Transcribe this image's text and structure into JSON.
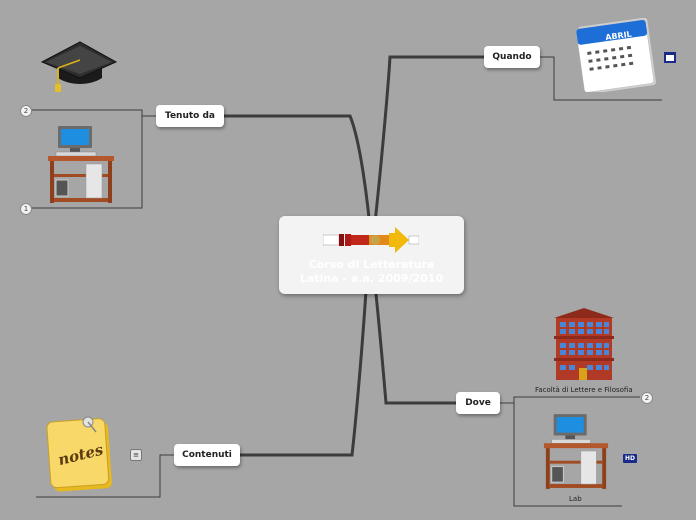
{
  "root": {
    "title": "Corso di Letteratura\nLatina - a.a. 2009/2010"
  },
  "branches": {
    "tenuto_da": {
      "label": "Tenuto da",
      "badge_top": "2",
      "badge_bottom": "1"
    },
    "quando": {
      "label": "Quando",
      "calendar_month": "ABRIL"
    },
    "dove": {
      "label": "Dove",
      "badge": "2",
      "caption_building": "Facoltà di Lettere e Filosofia",
      "caption_lab": "Lab",
      "hd_label": "HD"
    },
    "contenuti": {
      "label": "Contenuti",
      "notes_text": "notes"
    }
  },
  "colors": {
    "background": "#a6a6a6",
    "line": "#3c3c3c",
    "node": "#ffffff"
  },
  "icons": {
    "tenuto_da_top": "graduation-cap-icon",
    "tenuto_da_bottom": "computer-desk-icon",
    "quando": "calendar-icon",
    "dove_top": "building-icon",
    "dove_bottom": "computer-desk-icon",
    "contenuti": "notes-icon"
  }
}
